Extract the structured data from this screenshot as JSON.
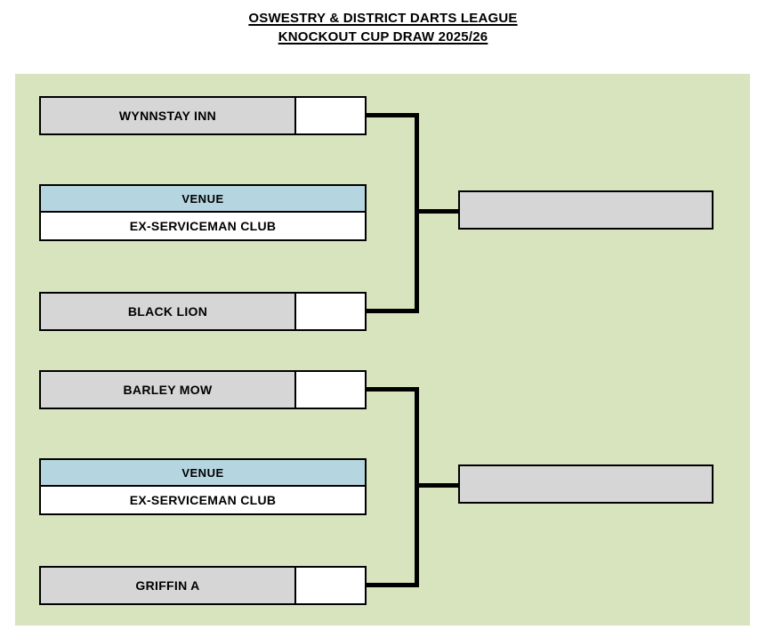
{
  "title": {
    "line1": "OSWESTRY & DISTRICT DARTS LEAGUE",
    "line2": "KNOCKOUT CUP DRAW 2025/26"
  },
  "colors": {
    "panel_background": "#d8e4bd",
    "team_fill": "#d6d6d6",
    "venue_header_fill": "#b5d5e0",
    "score_fill": "#ffffff",
    "border": "#000000",
    "winner_fill": "#d6d6d6"
  },
  "bracket": {
    "venue_label": "VENUE",
    "matches": [
      {
        "id": "match-1",
        "teams": [
          {
            "name": "WYNNSTAY INN",
            "score": ""
          },
          {
            "name": "BLACK LION",
            "score": ""
          }
        ],
        "venue": "EX-SERVICEMAN CLUB",
        "winner": ""
      },
      {
        "id": "match-2",
        "teams": [
          {
            "name": "BARLEY MOW",
            "score": ""
          },
          {
            "name": "GRIFFIN A",
            "score": ""
          }
        ],
        "venue": "EX-SERVICEMAN CLUB",
        "winner": ""
      }
    ]
  }
}
